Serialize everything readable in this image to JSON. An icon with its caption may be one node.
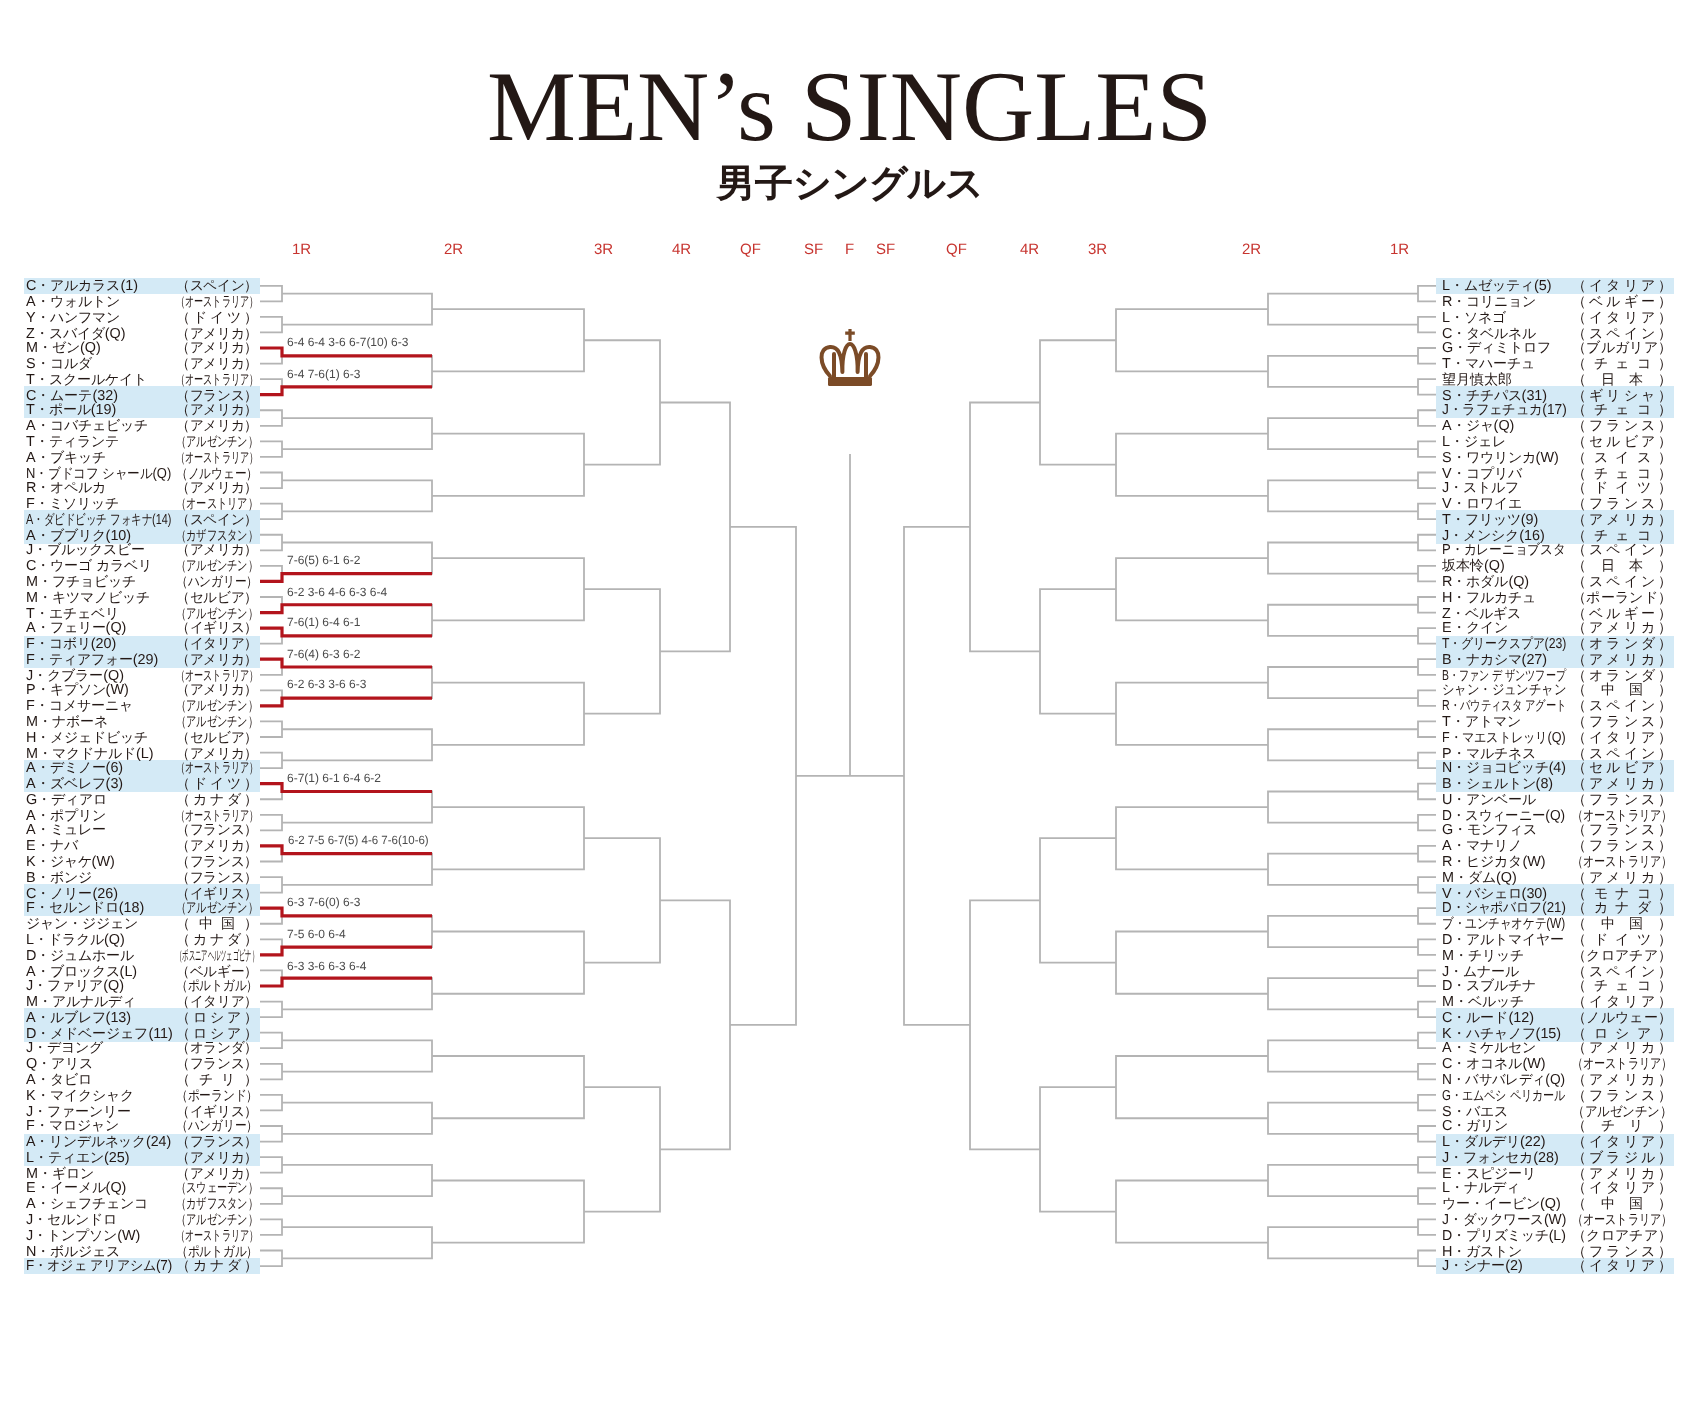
{
  "diagram": {
    "title": "MEN’s SINGLES",
    "labels": [
      "男子シングルス",
      "1R",
      "2R",
      "3R",
      "4R",
      "QF",
      "SF",
      "F",
      "SF",
      "QF",
      "4R",
      "3R",
      "2R",
      "1R",
      "C・アルカラス(1)",
      "（スペイン）",
      "A・ウォルトン",
      "（オーストラリア）",
      "Y・ハンフマン",
      "（ドイツ）",
      "Z・スバイダ(Q)",
      "（アメリカ）",
      "M・ゼン(Q)",
      "（アメリカ）",
      "S・コルダ",
      "（アメリカ）",
      "T・スクールケイト",
      "（オーストラリア）",
      "C・ムーテ(32)",
      "（フランス）",
      "T・ポール(19)",
      "（アメリカ）",
      "A・コバチェビッチ",
      "（アメリカ）",
      "T・ティランテ",
      "（アルゼンチン）",
      "A・ブキッチ",
      "（オーストラリア）",
      "N・ブドコフ シャール(Q)",
      "（ノルウェー）",
      "R・オペルカ",
      "（アメリカ）",
      "F・ミソリッチ",
      "（オーストリア）",
      "A・ダビドビッチ フォキナ(14)",
      "（スペイン）",
      "A・ブブリク(10)",
      "（カザフスタン）",
      "J・ブルックスビー",
      "（アメリカ）",
      "C・ウーゴ カラベリ",
      "（アルゼンチン）",
      "M・フチョビッチ",
      "（ハンガリー）",
      "M・キツマノビッチ",
      "（セルビア）",
      "T・エチェベリ",
      "（アルゼンチン）",
      "A・フェリー(Q)",
      "（イギリス）",
      "F・コボリ(20)",
      "（イタリア）",
      "F・ティアフォー(29)",
      "（アメリカ）",
      "J・クブラー(Q)",
      "（オーストラリア）",
      "P・キプソン(W)",
      "（アメリカ）",
      "F・コメサーニャ",
      "（アルゼンチン）",
      "M・ナボーネ",
      "（アルゼンチン）",
      "H・メジェドビッチ",
      "（セルビア）",
      "M・マクドナルド(L)",
      "（アメリカ）",
      "A・デミノー(6)",
      "（オーストラリア）",
      "A・ズベレフ(3)",
      "（ドイツ）",
      "G・ディアロ",
      "（カナダ）",
      "A・ポプリン",
      "（オーストラリア）",
      "A・ミュレー",
      "（フランス）",
      "E・ナバ",
      "（アメリカ）",
      "K・ジャケ(W)",
      "（フランス）",
      "B・ボンジ",
      "（フランス）",
      "C・ノリー(26)",
      "（イギリス）",
      "F・セルンドロ(18)",
      "（アルゼンチン）",
      "ジャン・ジジェン",
      "（中国）",
      "L・ドラクル(Q)",
      "（カナダ）",
      "D・ジュムホール",
      "（ボスニアヘルツェゴビナ）",
      "A・ブロックス(L)",
      "（ベルギー）",
      "J・ファリア(Q)",
      "（ポルトガル）",
      "M・アルナルディ",
      "（イタリア）",
      "A・ルブレフ(13)",
      "（ロシア）",
      "D・メドベージェフ(11)",
      "（ロシア）",
      "J・デヨング",
      "（オランダ）",
      "Q・アリス",
      "（フランス）",
      "A・タビロ",
      "（チリ）",
      "K・マイクシャク",
      "（ポーランド）",
      "J・ファーンリー",
      "（イギリス）",
      "F・マロジャン",
      "（ハンガリー）",
      "A・リンデルネック(24)",
      "（フランス）",
      "L・ティエン(25)",
      "（アメリカ）",
      "M・ギロン",
      "（アメリカ）",
      "E・イーメル(Q)",
      "（スウェーデン）",
      "A・シェフチェンコ",
      "（カザフスタン）",
      "J・セルンドロ",
      "（アルゼンチン）",
      "J・トンプソン(W)",
      "（オーストラリア）",
      "N・ボルジェス",
      "（ポルトガル）",
      "F・オジェ アリアシム(7)",
      "（カナダ）",
      "6-4 6-4 3-6 6-7(10) 6-3",
      "6-4 7-6(1) 6-3",
      "7-6(5) 6-1 6-2",
      "6-2 3-6 4-6 6-3 6-4",
      "7-6(1) 6-4 6-1",
      "7-6(4) 6-3 6-2",
      "6-2 6-3 3-6 6-3",
      "6-7(1) 6-1 6-4 6-2",
      "6-2 7-5 6-7(5) 4-6 7-6(10-6)",
      "6-3 7-6(0) 6-3",
      "7-5 6-0 6-4",
      "6-3 3-6 6-3 6-4",
      "L・ムゼッティ(5)",
      "（イタリア）",
      "R・コリニョン",
      "（ベルギー）",
      "L・ソネゴ",
      "（イタリア）",
      "C・タベルネル",
      "（スペイン）",
      "G・ディミトロフ",
      "（ブルガリア）",
      "T・マハーチュ",
      "（チェコ）",
      "望月慎太郎",
      "（日本）",
      "S・チチパス(31)",
      "（ギリシャ）",
      "J・ラフェチュカ(17)",
      "（チェコ）",
      "A・ジャ(Q)",
      "（フランス）",
      "L・ジェレ",
      "（セルビア）",
      "S・ワウリンカ(W)",
      "（スイス）",
      "V・コプリバ",
      "（チェコ）",
      "J・ストルフ",
      "（ドイツ）",
      "V・ロワイエ",
      "（フランス）",
      "T・フリッツ(9)",
      "（アメリカ）",
      "J・メンシク(16)",
      "（チェコ）",
      "P・カレーニョブスタ",
      "（スペイン）",
      "坂本怜(Q)",
      "（日本）",
      "R・ホダル(Q)",
      "（スペイン）",
      "H・フルカチュ",
      "（ポーランド）",
      "Z・ベルギス",
      "（ベルギー）",
      "E・クイン",
      "（アメリカ）",
      "T・グリークスプア(23)",
      "（オランダ）",
      "B・ナカシマ(27)",
      "（アメリカ）",
      "B・ファン デ ザンツフープ",
      "（オランダ）",
      "シャン・ジュンチャン",
      "（中国）",
      "R・バウティスタ アグート",
      "（スペイン）",
      "T・アトマン",
      "（フランス）",
      "F・マエストレッリ(Q)",
      "（イタリア）",
      "P・マルチネス",
      "（スペイン）",
      "N・ジョコビッチ(4)",
      "（セルビア）",
      "B・シェルトン(8)",
      "（アメリカ）",
      "U・アンベール",
      "（フランス）",
      "D・スウィーニー(Q)",
      "（オーストラリア）",
      "G・モンフィス",
      "（フランス）",
      "A・マナリノ",
      "（フランス）",
      "R・ヒジカタ(W)",
      "（オーストラリア）",
      "M・ダム(Q)",
      "（アメリカ）",
      "V・バシェロ(30)",
      "（モナコ）",
      "D・シャポバロフ(21)",
      "（カナダ）",
      "ブ・ユンチャオケテ(W)",
      "（中国）",
      "D・アルトマイヤー",
      "（ドイツ）",
      "M・チリッチ",
      "（クロアチア）",
      "J・ムナール",
      "（スペイン）",
      "D・スブルチナ",
      "（チェコ）",
      "M・ベルッチ",
      "（イタリア）",
      "C・ルード(12)",
      "（ノルウェー）",
      "K・ハチャノフ(15)",
      "（ロシア）",
      "A・ミケルセン",
      "（アメリカ）",
      "C・オコネル(W)",
      "（オーストラリア）",
      "N・バサバレディ(Q)",
      "（アメリカ）",
      "G・エムペシ ペリカール",
      "（フランス）",
      "S・バエス",
      "（アルゼンチン）",
      "C・ガリン",
      "（チリ）",
      "L・ダルデリ(22)",
      "（イタリア）",
      "J・フォンセカ(28)",
      "（ブラジル）",
      "E・スピジーリ",
      "（アメリカ）",
      "L・ナルディ",
      "（イタリア）",
      "ウー・イービン(Q)",
      "（中国）",
      "J・ダックワース(W)",
      "（オーストラリア）",
      "D・プリズミッチ(L)",
      "（クロアチア）",
      "H・ガストン",
      "（フランス）",
      "J・シナー(2)",
      "（イタリア）"
    ]
  }
}
